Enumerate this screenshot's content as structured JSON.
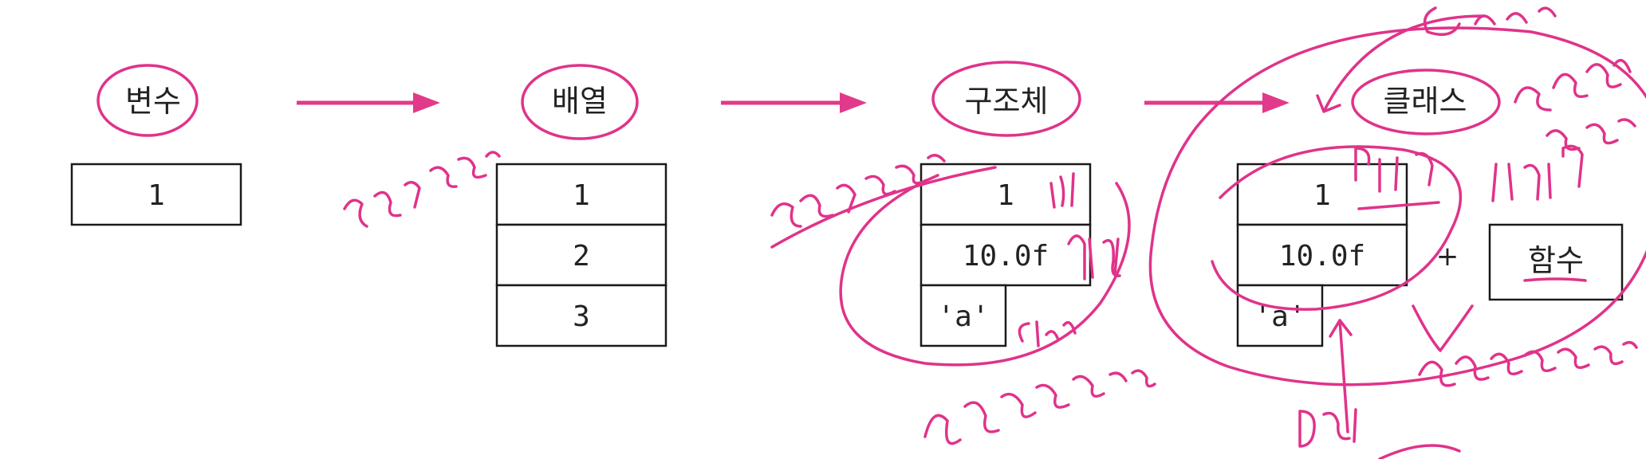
{
  "stages": {
    "variable": {
      "label": "변수",
      "cells": [
        "1"
      ]
    },
    "array": {
      "label": "배열",
      "cells": [
        "1",
        "2",
        "3"
      ]
    },
    "struct": {
      "label": "구조체",
      "cells": [
        "1",
        "10.0f",
        "'a'"
      ]
    },
    "class": {
      "label": "클래스",
      "cells": [
        "1",
        "10.0f",
        "'a'"
      ],
      "plus": "+",
      "function_label": "함수"
    }
  },
  "colors": {
    "ink": "#e0338a",
    "box_stroke": "#1a1a1a",
    "text": "#222222"
  }
}
